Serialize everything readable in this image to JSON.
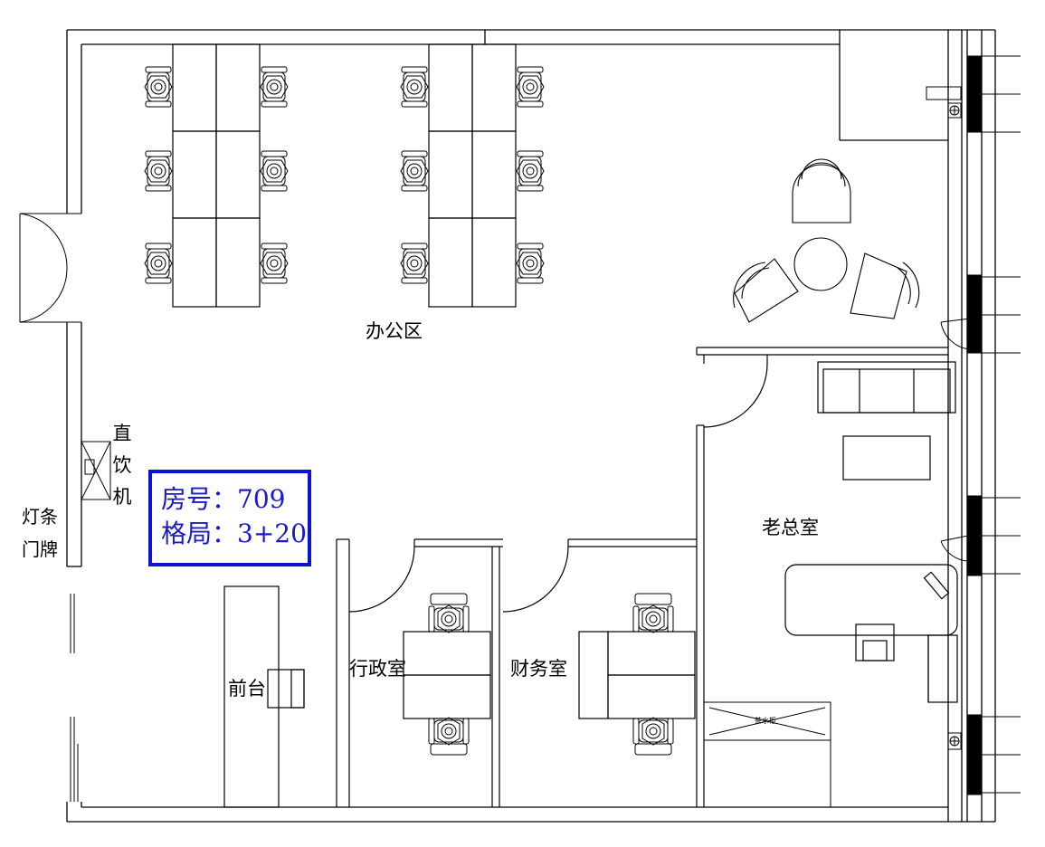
{
  "rooms": {
    "office_area": "办公区",
    "boss_room": "老总室",
    "admin_room": "行政室",
    "finance_room": "财务室",
    "reception": "前台"
  },
  "fixtures": {
    "water_dispenser": "直饮机",
    "light_sign": "灯条门牌",
    "small_text": "茶水柜"
  },
  "info": {
    "room_no": "房号：709",
    "layout": "格局：3+20"
  },
  "colors": {
    "line": "#000000",
    "info_border": "#0b13d6",
    "info_text": "#1a1ac8"
  }
}
